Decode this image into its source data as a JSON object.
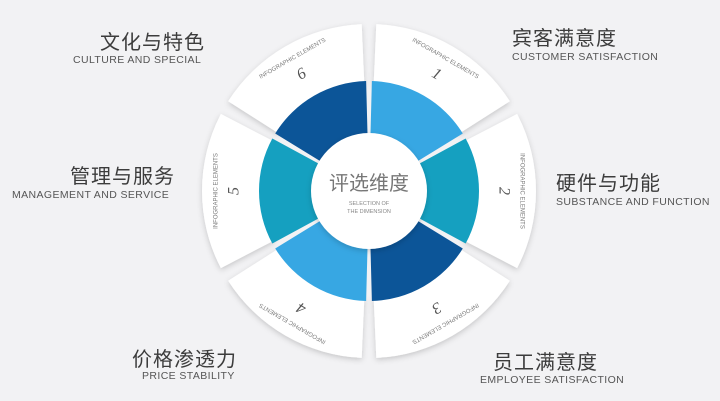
{
  "center": {
    "title": "评选维度",
    "subtitle_line1": "SELECTION OF",
    "subtitle_line2": "THE DIMENSION"
  },
  "panel_caption": "INFOGRAPHIC ELEMENTS",
  "items": [
    {
      "number": "1",
      "title_cn": "宾客满意度",
      "title_en": "CUSTOMER SATISFACTION",
      "color": "#37a7e3"
    },
    {
      "number": "2",
      "title_cn": "硬件与功能",
      "title_en": "SUBSTANCE AND  FUNCTION",
      "color": "#15a0c0"
    },
    {
      "number": "3",
      "title_cn": "员工满意度",
      "title_en": "EMPLOYEE SATISFACTION",
      "color": "#0c5598"
    },
    {
      "number": "4",
      "title_cn": "价格渗透力",
      "title_en": "PRICE STABILITY",
      "color": "#37a7e3"
    },
    {
      "number": "5",
      "title_cn": "管理与服务",
      "title_en": "MANAGEMENT AND SERVICE",
      "color": "#15a0c0"
    },
    {
      "number": "6",
      "title_cn": "文化与特色",
      "title_en": "CULTURE AND SPECIAL",
      "color": "#0c5598"
    }
  ]
}
